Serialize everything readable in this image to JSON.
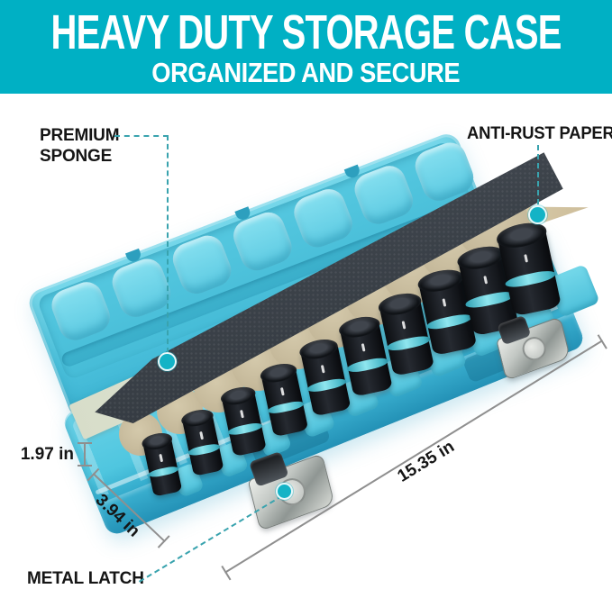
{
  "banner": {
    "title": "HEAVY DUTY STORAGE CASE",
    "subtitle": "ORGANIZED AND SECURE"
  },
  "callouts": {
    "premium_sponge": {
      "label": "PREMIUM SPONGE"
    },
    "anti_rust_paper": {
      "label": "ANTI-RUST PAPER"
    },
    "metal_latch": {
      "label": "METAL LATCH"
    }
  },
  "dimensions": {
    "height": "1.97 in",
    "depth": "3.94 in",
    "length": "15.35 in"
  },
  "product": {
    "description": "open storage case with impact socket set",
    "socket_count": 10,
    "latch_count": 2
  },
  "icons": {
    "callout_dot": "teal-circle-marker"
  },
  "colors": {
    "banner_teal": "#00b0c4",
    "case_blue": "#5bcbe3",
    "sponge_gray": "#3c4248",
    "paper_celadon": "#dadfcc",
    "paper_tan": "#d2c3a2",
    "marker_teal": "#14b3c6",
    "dimension_gray": "#8f8f8f",
    "label_black": "#151515"
  }
}
